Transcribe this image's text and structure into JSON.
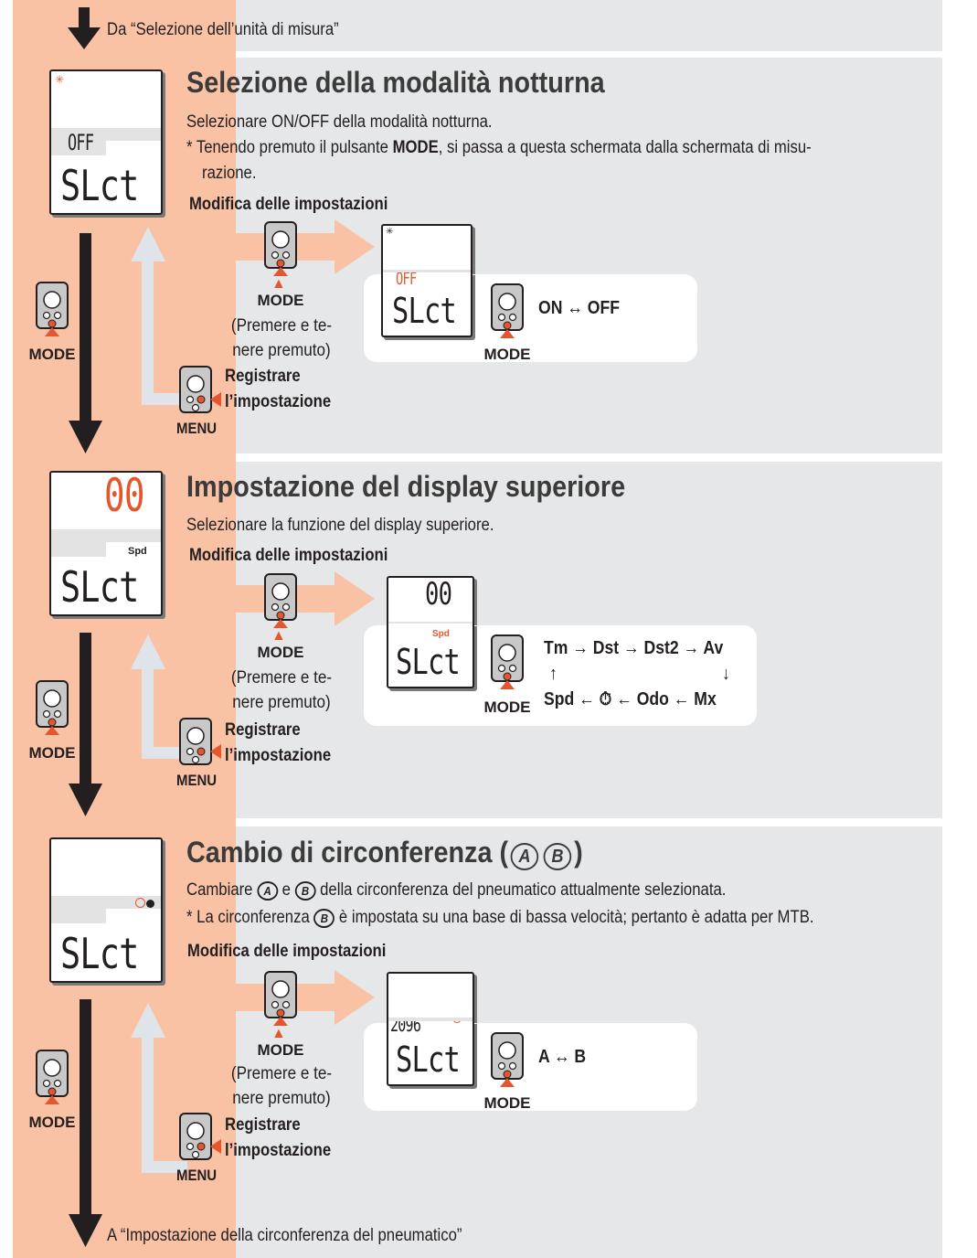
{
  "colors": {
    "peach": "#f9c2a5",
    "gray": "#e6e7e8",
    "accent": "#e4572e",
    "dark": "#231f20"
  },
  "nav": {
    "top": "Da “Selezione dell’unità di misura”",
    "bottom": "A “Impostazione della circonferenza del pneumatico”"
  },
  "common": {
    "modify": "Modifica delle impostazioni",
    "mode": "MODE",
    "menu": "MENU",
    "press_hold": "(Premere e te-nere premuto)",
    "press_hold_1": "(Premere e te-",
    "press_hold_2": "nere premuto)",
    "register_1": "Registrare",
    "register_2": "l’impostazione"
  },
  "s1": {
    "title": "Selezione della modalità notturna",
    "desc": "Selezionare ON/OFF della modalità notturna.",
    "note_1_pre": "* Tenendo premuto il pulsante ",
    "note_1_bold": "MODE",
    "note_1_post": ", si passa a questa schermata dalla schermata di misu-",
    "note_2": "razione.",
    "lcd_top": "OFF",
    "lcd_main": "SLct",
    "options": "ON ↔ OFF"
  },
  "s2": {
    "title": "Impostazione del display superiore",
    "desc": "Selezionare la funzione del display superiore.",
    "lcd_top": "00",
    "lcd_label": "Spd",
    "lcd_main": "SLct",
    "cycle": {
      "row1": "Tm → Dst → Dst2 → Av",
      "row2_left": "↑",
      "row2_right": "↓",
      "row3": "Spd ← ⏱ ← Odo ← Mx"
    }
  },
  "s3": {
    "title_pre": "Cambio di circonferenza (",
    "title_a": "A",
    "title_b": "B",
    "title_post": ")",
    "desc_pre": "Cambiare ",
    "desc_mid": " e ",
    "desc_post": " della circonferenza del pneumatico attualmente selezionata.",
    "note_pre": "* La circonferenza ",
    "note_post": " è impostata su una base di bassa velocità; pertanto è adatta per MTB.",
    "lcd_main": "SLct",
    "lcd_value": "2096",
    "options": "A ↔ B"
  },
  "icons": {
    "down": "arrow-down-icon",
    "button": "device-button-icon"
  }
}
